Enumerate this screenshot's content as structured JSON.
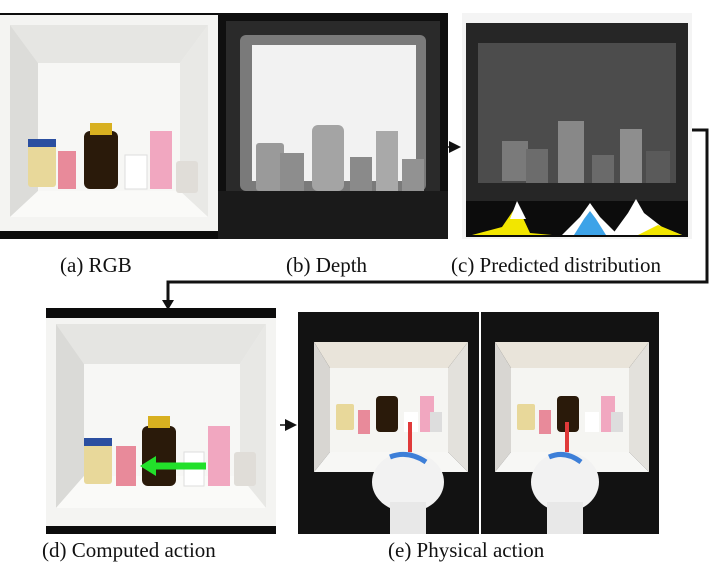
{
  "captions": {
    "a": "(a) RGB",
    "b": "(b) Depth",
    "c": "(c) Predicted distribution",
    "d": "(d) Computed action",
    "e": "(e) Physical action"
  },
  "colors": {
    "action_arrow": "#22e02a",
    "connector": "#111111",
    "distribution_high": "#3da3e8",
    "distribution_low": "#f2e600",
    "distribution_mid": "#ffffff"
  }
}
